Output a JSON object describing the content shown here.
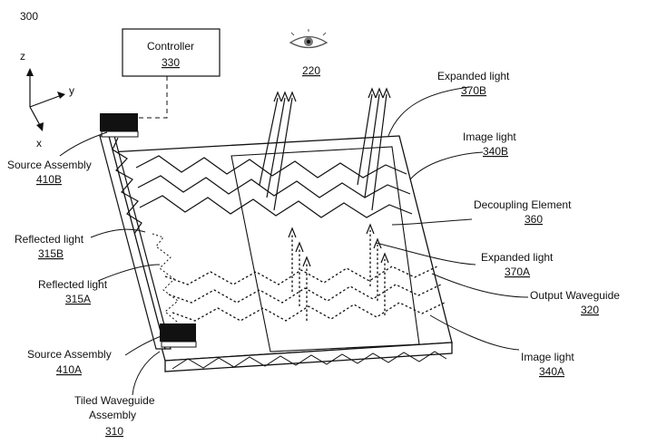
{
  "figure_number": "300",
  "axes": {
    "z": "z",
    "y": "y",
    "x": "x"
  },
  "controller": {
    "name": "Controller",
    "ref": "330"
  },
  "eye": {
    "ref": "220",
    "icon": "eye-icon"
  },
  "labels": {
    "expanded_light_b": {
      "name": "Expanded light",
      "ref": "370B"
    },
    "image_light_b": {
      "name": "Image light",
      "ref": "340B"
    },
    "decoupling_element": {
      "name": "Decoupling Element",
      "ref": "360"
    },
    "expanded_light_a": {
      "name": "Expanded light",
      "ref": "370A"
    },
    "output_waveguide": {
      "name": "Output Waveguide",
      "ref": "320"
    },
    "image_light_a": {
      "name": "Image light",
      "ref": "340A"
    },
    "source_assembly_b": {
      "name": "Source Assembly",
      "ref": "410B"
    },
    "reflected_light_b": {
      "name": "Reflected light",
      "ref": "315B"
    },
    "reflected_light_a": {
      "name": "Reflected light",
      "ref": "315A"
    },
    "source_assembly_a": {
      "name": "Source Assembly",
      "ref": "410A"
    },
    "tiled_waveguide": {
      "name_line1": "Tiled Waveguide",
      "name_line2": "Assembly",
      "ref": "310"
    }
  }
}
